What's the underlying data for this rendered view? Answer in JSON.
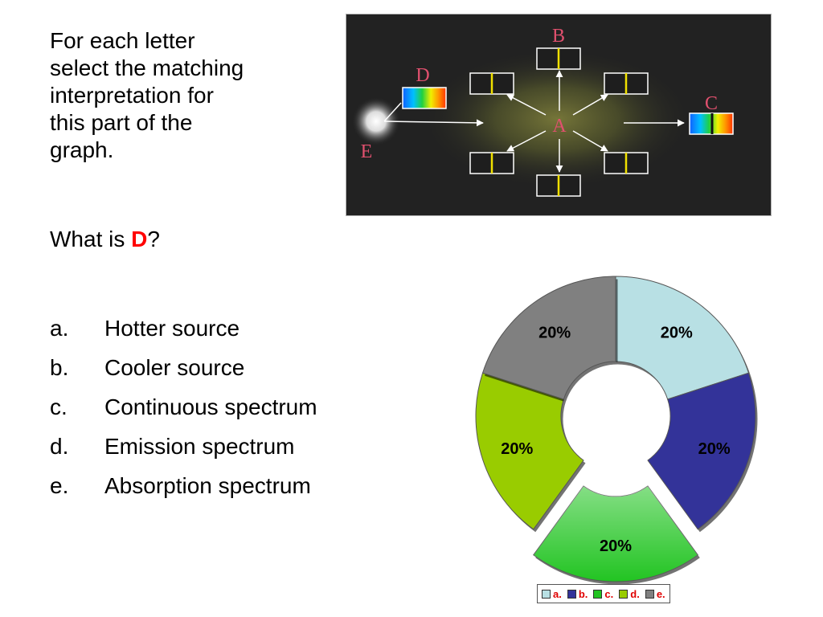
{
  "prompt": {
    "lines": [
      "For each letter",
      "select the matching",
      "interpretation for",
      "this part of the",
      "graph."
    ]
  },
  "question": {
    "prefix": "What is ",
    "highlight": "D",
    "suffix": "?",
    "highlight_color": "#ff0000"
  },
  "options": [
    {
      "key": "a.",
      "label": "Hotter source"
    },
    {
      "key": "b.",
      "label": "Cooler source"
    },
    {
      "key": "c.",
      "label": "Continuous spectrum"
    },
    {
      "key": "d.",
      "label": "Emission spectrum"
    },
    {
      "key": "e.",
      "label": "Absorption spectrum"
    }
  ],
  "figure": {
    "labels": {
      "A": "A",
      "B": "B",
      "C": "C",
      "D": "D",
      "E": "E"
    },
    "label_color": "#e0506e",
    "background": "#222222"
  },
  "chart_data": {
    "type": "pie",
    "style": "donut",
    "exploded_slice": "c.",
    "categories": [
      "a.",
      "b.",
      "c.",
      "d.",
      "e."
    ],
    "values": [
      20,
      20,
      20,
      20,
      20
    ],
    "data_labels": [
      "20%",
      "20%",
      "20%",
      "20%",
      "20%"
    ],
    "colors": [
      "#b8e0e4",
      "#333399",
      "#22c422",
      "#99cc00",
      "#808080"
    ],
    "legend": {
      "placement": "bottom",
      "entries": [
        "a.",
        "b.",
        "c.",
        "d.",
        "e."
      ],
      "text_color": "#e00000"
    }
  }
}
